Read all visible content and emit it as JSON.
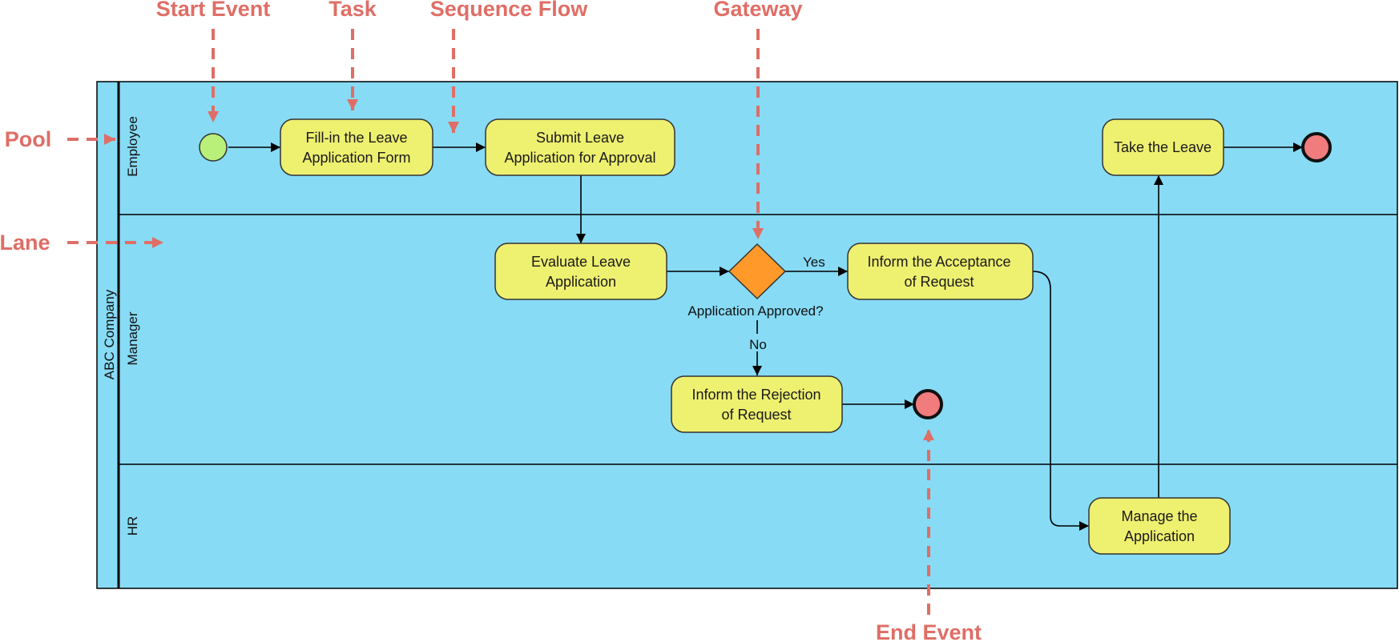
{
  "colors": {
    "pool_fill": "#87DBF5",
    "task_fill": "#EEF070",
    "start_fill": "#B8F07A",
    "end_fill": "#F17C7E",
    "gateway_fill": "#FF9A2A",
    "annotation": "#DF6E66"
  },
  "pool": {
    "label": "ABC Company"
  },
  "lanes": [
    {
      "id": "employee",
      "label": "Employee"
    },
    {
      "id": "manager",
      "label": "Manager"
    },
    {
      "id": "hr",
      "label": "HR"
    }
  ],
  "tasks": {
    "fill_form": [
      "Fill-in the Leave",
      "Application Form"
    ],
    "submit": [
      "Submit Leave",
      "Application for Approval"
    ],
    "evaluate": [
      "Evaluate Leave",
      "Application"
    ],
    "inform_accept": [
      "Inform the Acceptance",
      "of Request"
    ],
    "inform_reject": [
      "Inform the Rejection",
      "of Request"
    ],
    "take_leave": [
      "Take the Leave"
    ],
    "manage": [
      "Manage the",
      "Application"
    ]
  },
  "gateway": {
    "label": "Application Approved?",
    "yes_label": "Yes",
    "no_label": "No"
  },
  "annotations": {
    "start_event": "Start Event",
    "task": "Task",
    "sequence_flow": "Sequence Flow",
    "gateway": "Gateway",
    "pool": "Pool",
    "lane": "Lane",
    "end_event": "End Event"
  }
}
